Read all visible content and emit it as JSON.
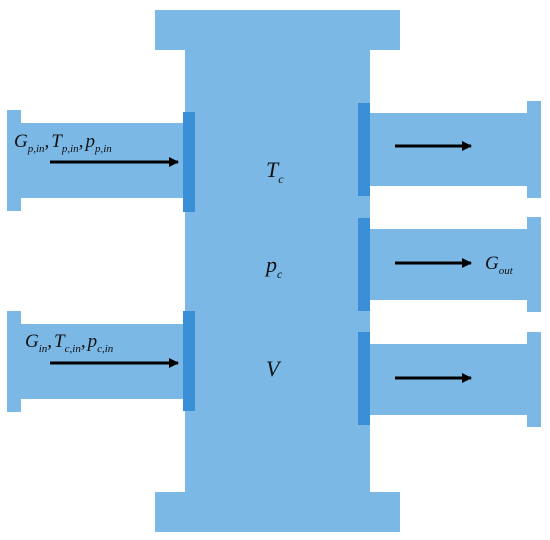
{
  "colors": {
    "body_fill": "#7bb8e6",
    "flange_fill": "#3a8fd6",
    "arrow_color": "#000000",
    "background": "#ffffff"
  },
  "tank": {
    "temperature": {
      "main": "T",
      "sub": "c"
    },
    "pressure": {
      "main": "p",
      "sub": "c"
    },
    "volume": {
      "main": "V"
    }
  },
  "inlet_top": {
    "label": [
      {
        "main": "G",
        "sub": "p,in",
        "sep": ","
      },
      {
        "main": "T",
        "sub": "p,in",
        "sep": ","
      },
      {
        "main": "p",
        "sub": "p,in",
        "sep": ""
      }
    ]
  },
  "inlet_bottom": {
    "label": [
      {
        "main": "G",
        "sub": "in",
        "sep": ","
      },
      {
        "main": "T",
        "sub": "c,in",
        "sep": ","
      },
      {
        "main": "p",
        "sub": "c,in",
        "sep": ""
      }
    ]
  },
  "outlet_middle": {
    "label": {
      "main": "G",
      "sub": "out"
    }
  }
}
